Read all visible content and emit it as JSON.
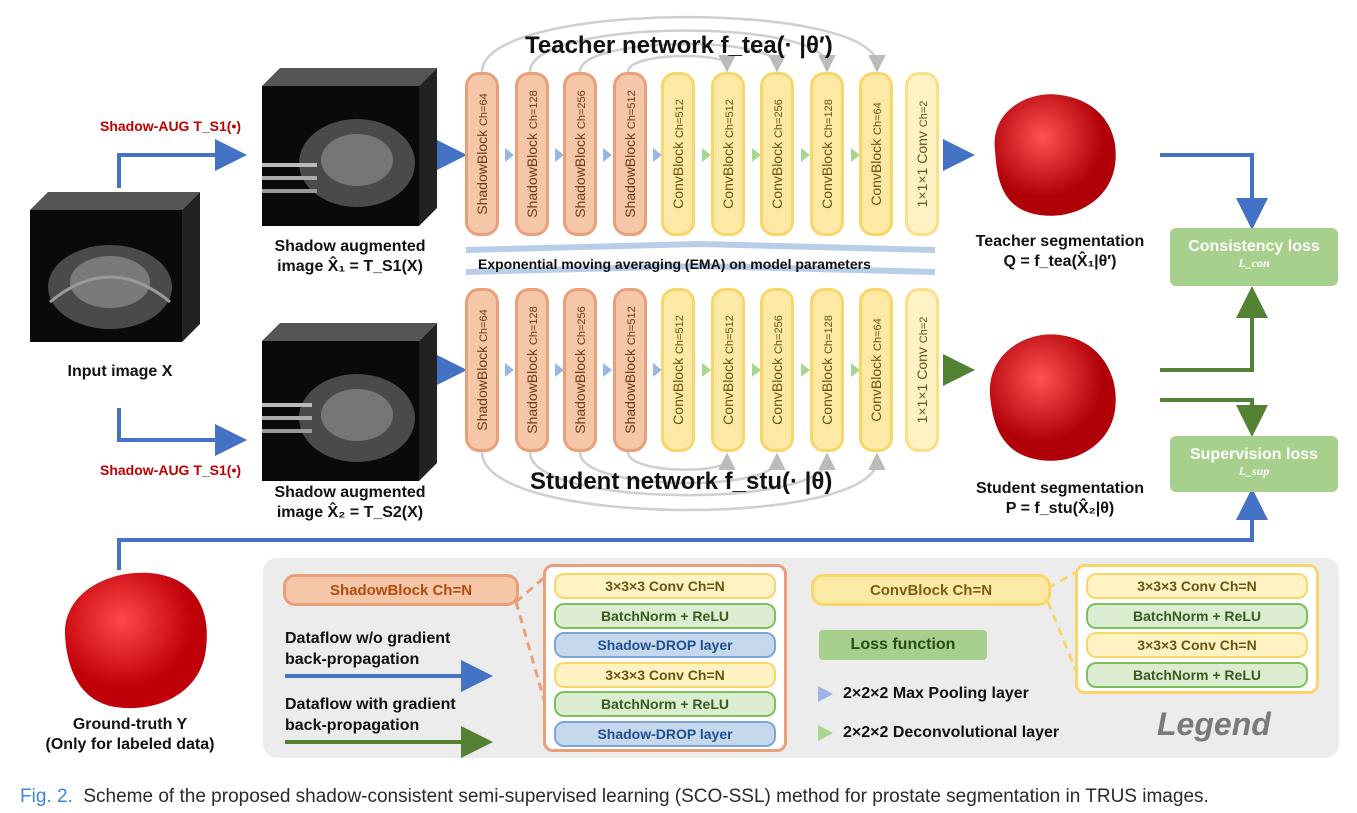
{
  "inputs": {
    "input_label": "Input image X",
    "aug_top": "Shadow-AUG T_S1(•)",
    "aug_bottom": "Shadow-AUG T_S1(•)",
    "aug_img1_label_l1": "Shadow augmented",
    "aug_img1_label_l2": "image X̂₁ = T_S1(X)",
    "aug_img2_label_l1": "Shadow augmented",
    "aug_img2_label_l2": "image X̂₂ = T_S2(X)"
  },
  "teacher": {
    "title": "Teacher network f_tea(· |θ′)",
    "blocks": [
      "ShadowBlock|Ch=64",
      "ShadowBlock|Ch=128",
      "ShadowBlock|Ch=256",
      "ShadowBlock|Ch=512",
      "ConvBlock|Ch=512",
      "ConvBlock|Ch=512",
      "ConvBlock|Ch=256",
      "ConvBlock|Ch=128",
      "ConvBlock|Ch=64",
      "1×1×1 Conv|Ch=2"
    ],
    "seg_label_l1": "Teacher segmentation",
    "seg_label_l2": "Q = f_tea(X̂₁|θ′)"
  },
  "ema_text": "Exponential moving averaging (EMA) on model parameters",
  "student": {
    "title": "Student network f_stu(· |θ)",
    "blocks": [
      "ShadowBlock|Ch=64",
      "ShadowBlock|Ch=128",
      "ShadowBlock|Ch=256",
      "ShadowBlock|Ch=512",
      "ConvBlock|Ch=512",
      "ConvBlock|Ch=512",
      "ConvBlock|Ch=256",
      "ConvBlock|Ch=128",
      "ConvBlock|Ch=64",
      "1×1×1 Conv|Ch=2"
    ],
    "seg_label_l1": "Student segmentation",
    "seg_label_l2": "P = f_stu(X̂₂|θ)"
  },
  "losses": {
    "consistency": "Consistency loss",
    "consistency_sym": "L_con",
    "supervision": "Supervision loss",
    "supervision_sym": "L_sup"
  },
  "ground_truth": {
    "l1": "Ground-truth Y",
    "l2": "(Only for labeled data)"
  },
  "legend": {
    "shadowblock": "ShadowBlock Ch=N",
    "convblock": "ConvBlock Ch=N",
    "shadow_pills": [
      "3×3×3 Conv Ch=N",
      "BatchNorm + ReLU",
      "Shadow-DROP layer",
      "3×3×3 Conv Ch=N",
      "BatchNorm + ReLU",
      "Shadow-DROP layer"
    ],
    "conv_pills": [
      "3×3×3 Conv Ch=N",
      "BatchNorm + ReLU",
      "3×3×3 Conv Ch=N",
      "BatchNorm + ReLU"
    ],
    "flow_nograd_l1": "Dataflow w/o gradient",
    "flow_nograd_l2": "back-propagation",
    "flow_grad_l1": "Dataflow with gradient",
    "flow_grad_l2": "back-propagation",
    "loss_fn": "Loss function",
    "maxpool": "2×2×2 Max Pooling layer",
    "deconv": "2×2×2 Deconvolutional layer",
    "title": "Legend"
  },
  "caption": {
    "fig": "Fig. 2.",
    "text": "Scheme of the proposed shadow-consistent semi-supervised learning (SCO-SSL) method for prostate segmentation in TRUS images."
  },
  "colors": {
    "blue": "#4472c4",
    "green": "#548235",
    "red": "#e0141a",
    "aug_red": "#c00000"
  }
}
